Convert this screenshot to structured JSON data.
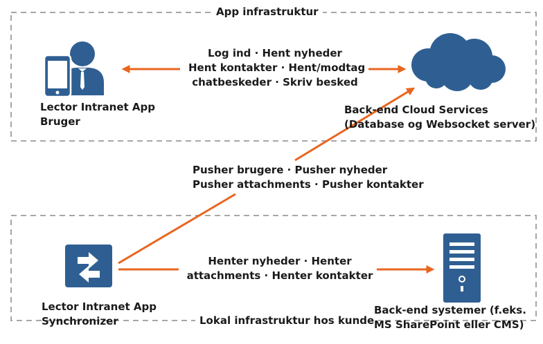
{
  "frames": {
    "top_label": "App infrastruktur",
    "bottom_label": "Lokal infrastruktur hos kunde"
  },
  "user": {
    "icon": "mobile-user-icon",
    "label_lines": [
      "Lector Intranet App",
      "Bruger"
    ]
  },
  "cloud": {
    "icon": "cloud-icon",
    "label_lines": [
      "Back-end Cloud Services",
      "(Database og Websocket server)"
    ]
  },
  "user_cloud_actions": {
    "lines": [
      "Log ind · Hent nyheder",
      "Hent kontakter · Hent/modtag",
      "chatbeskeder ·  Skriv besked"
    ]
  },
  "pusher_actions": {
    "lines": [
      "Pusher brugere · Pusher nyheder",
      "Pusher attachments · Pusher kontakter"
    ]
  },
  "synchronizer": {
    "icon": "sync-arrows-icon",
    "label_lines": [
      "Lector Intranet App",
      "Synchronizer"
    ]
  },
  "fetch_actions": {
    "lines": [
      "Henter nyheder · Henter",
      "attachments · Henter kontakter"
    ]
  },
  "backend": {
    "icon": "server-icon",
    "label_lines": [
      "Back-end systemer (f.eks.",
      "MS SharePoint eller CMS)"
    ]
  },
  "colors": {
    "accent": "#e8651f",
    "icon_blue": "#2f5f92",
    "frame_gray": "#a6a6a6"
  }
}
